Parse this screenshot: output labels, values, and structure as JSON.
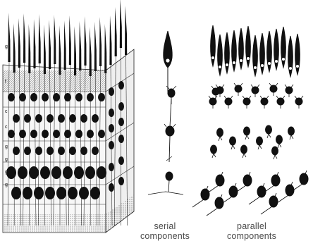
{
  "captions": {
    "serial_line1": "serial",
    "serial_line2": "components",
    "parallel_line1": "parallel",
    "parallel_line2": "components"
  },
  "colors": {
    "ink": "#111111",
    "paper": "#ffffff",
    "caption": "#4a4a4a"
  },
  "panels": [
    {
      "name": "retina-block-drawing"
    },
    {
      "name": "serial-components-column"
    },
    {
      "name": "parallel-components-rows"
    }
  ]
}
